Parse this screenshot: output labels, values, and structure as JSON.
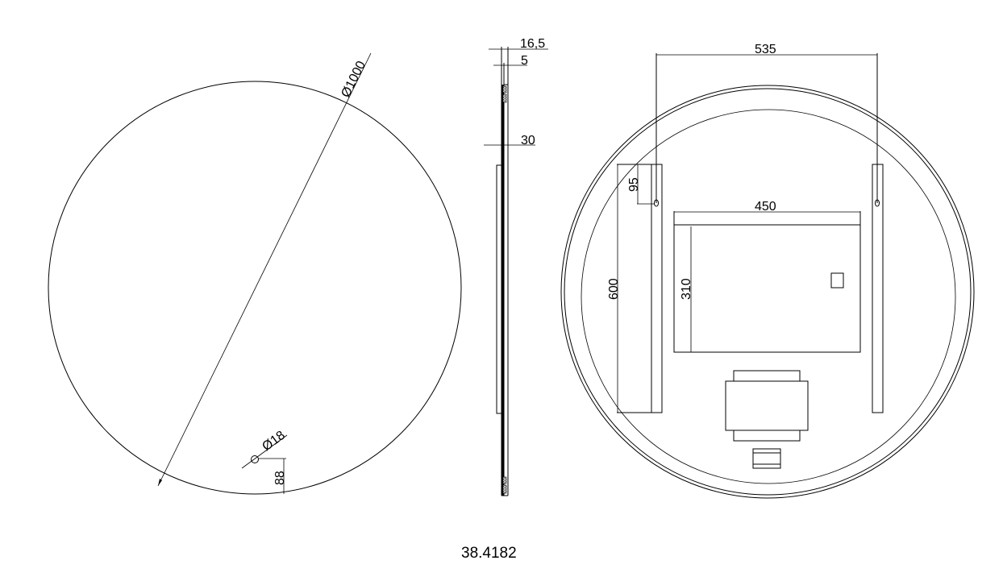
{
  "drawing": {
    "product_code": "38.4182",
    "front_view": {
      "diameter_label": "Ø1000",
      "hole_diameter_label": "Ø18",
      "hole_offset_label": "88"
    },
    "side_view": {
      "total_depth_label": "16,5",
      "glass_thickness_label": "5",
      "frame_depth_label": "30"
    },
    "rear_view": {
      "hook_spacing_label": "535",
      "hook_offset_label": "95",
      "rail_height_label": "600",
      "panel_width_label": "450",
      "panel_height_label": "310"
    },
    "colors": {
      "line": "#000000",
      "background": "#ffffff"
    }
  }
}
